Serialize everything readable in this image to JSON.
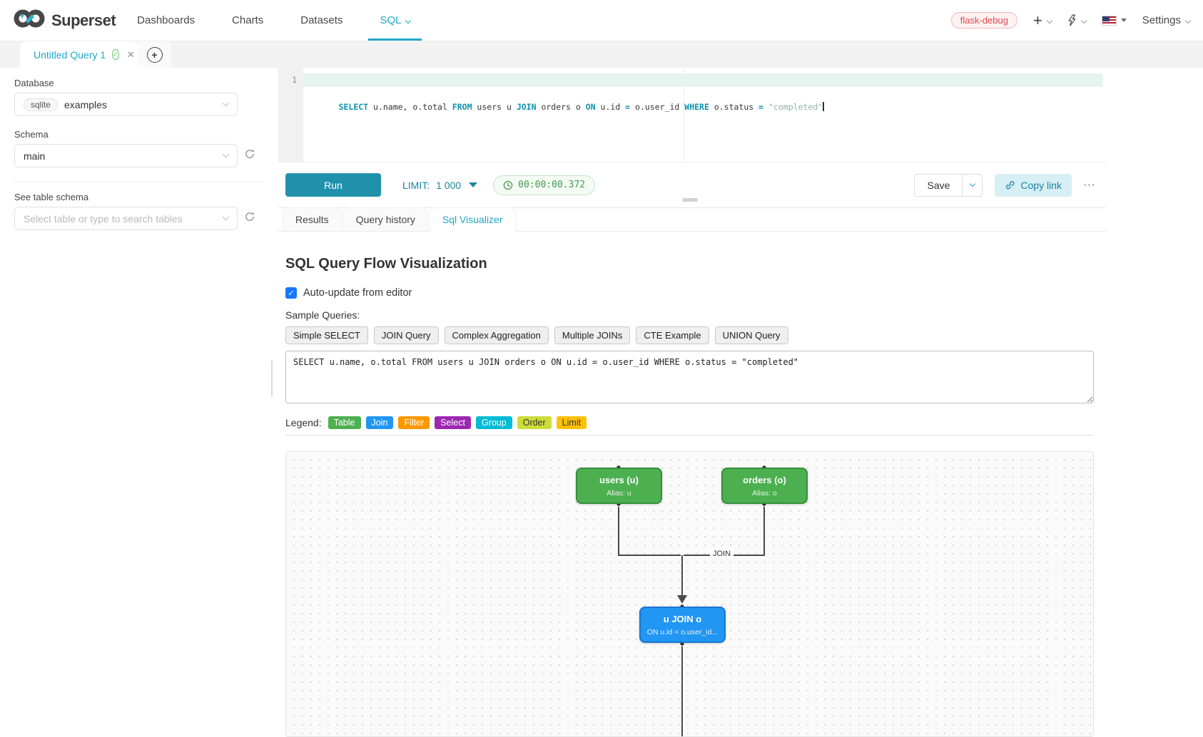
{
  "navbar": {
    "brand": "Superset",
    "items": [
      {
        "label": "Dashboards"
      },
      {
        "label": "Charts"
      },
      {
        "label": "Datasets"
      },
      {
        "label": "SQL",
        "active": true
      }
    ],
    "env_badge": "flask-debug",
    "settings_label": "Settings"
  },
  "tabs_bar": {
    "active_tab": "Untitled Query 1"
  },
  "sidebar": {
    "database_label": "Database",
    "database_engine": "sqlite",
    "database_value": "examples",
    "schema_label": "Schema",
    "schema_value": "main",
    "table_label": "See table schema",
    "table_placeholder": "Select table or type to search tables"
  },
  "editor": {
    "line_number": "1",
    "tokens": [
      {
        "t": "SELECT",
        "c": "kw"
      },
      {
        "t": " u.name, o.total ",
        "c": "pl"
      },
      {
        "t": "FROM",
        "c": "kw"
      },
      {
        "t": " users u ",
        "c": "pl"
      },
      {
        "t": "JOIN",
        "c": "kw"
      },
      {
        "t": " orders o ",
        "c": "pl"
      },
      {
        "t": "ON",
        "c": "kw"
      },
      {
        "t": " u.id ",
        "c": "pl"
      },
      {
        "t": "=",
        "c": "kw"
      },
      {
        "t": " o.user_id ",
        "c": "pl"
      },
      {
        "t": "WHERE",
        "c": "kw"
      },
      {
        "t": " o.status ",
        "c": "pl"
      },
      {
        "t": "=",
        "c": "kw"
      },
      {
        "t": " ",
        "c": "pl"
      },
      {
        "t": "\"completed\"",
        "c": "str"
      }
    ]
  },
  "toolbar": {
    "run_label": "Run",
    "limit_label": "LIMIT:",
    "limit_value": "1 000",
    "timer": "00:00:00.372",
    "save_label": "Save",
    "copy_link_label": "Copy link",
    "more_label": "⋯"
  },
  "result_tabs": [
    {
      "label": "Results"
    },
    {
      "label": "Query history"
    },
    {
      "label": "Sql Visualizer",
      "active": true
    }
  ],
  "visualizer": {
    "title": "SQL Query Flow Visualization",
    "auto_update_label": "Auto-update from editor",
    "auto_update_checked": true,
    "sample_queries_label": "Sample Queries:",
    "sample_buttons": [
      "Simple SELECT",
      "JOIN Query",
      "Complex Aggregation",
      "Multiple JOINs",
      "CTE Example",
      "UNION Query"
    ],
    "query_text": "SELECT u.name, o.total FROM users u JOIN orders o ON u.id = o.user_id WHERE o.status = \"completed\"",
    "legend_label": "Legend:",
    "legend": [
      {
        "label": "Table",
        "color": "#4CAF50",
        "text": "#fff"
      },
      {
        "label": "Join",
        "color": "#2196F3",
        "text": "#fff"
      },
      {
        "label": "Filter",
        "color": "#FF9800",
        "text": "#fff"
      },
      {
        "label": "Select",
        "color": "#9C27B0",
        "text": "#fff"
      },
      {
        "label": "Group",
        "color": "#00BCD4",
        "text": "#fff"
      },
      {
        "label": "Order",
        "color": "#CDDC39",
        "text": "#333"
      },
      {
        "label": "Limit",
        "color": "#FFC107",
        "text": "#333"
      }
    ],
    "flow": {
      "nodes": [
        {
          "id": "users",
          "title": "users (u)",
          "subtitle": "Alias: u",
          "type": "table",
          "color": "#4CAF50"
        },
        {
          "id": "orders",
          "title": "orders (o)",
          "subtitle": "Alias: o",
          "type": "table",
          "color": "#4CAF50"
        },
        {
          "id": "join",
          "title": "u JOIN o",
          "subtitle": "ON u.id = o.user_id...",
          "type": "join",
          "color": "#2196F3"
        }
      ],
      "edge_label": "JOIN"
    }
  },
  "colors": {
    "primary": "#20a7c9",
    "run_button": "#2191ab",
    "success": "#459a4f",
    "danger_badge": "#e0484f"
  }
}
